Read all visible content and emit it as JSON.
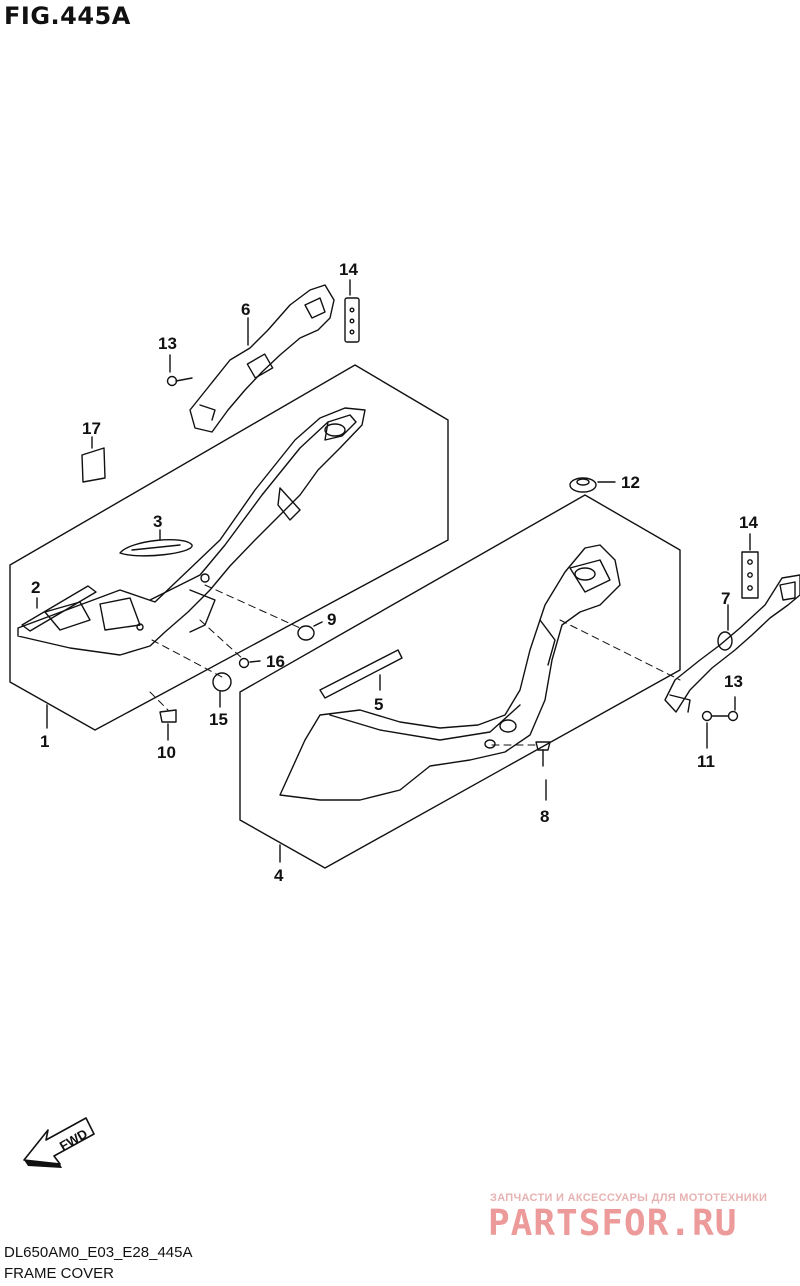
{
  "figure": {
    "title": "FIG.445A",
    "model_code": "DL650AM0_E03_E28_445A",
    "section_name": "FRAME COVER"
  },
  "callouts": [
    "1",
    "2",
    "3",
    "4",
    "5",
    "6",
    "7",
    "8",
    "9",
    "10",
    "11",
    "12",
    "13",
    "13",
    "14",
    "14",
    "15",
    "16",
    "17"
  ],
  "fwd": {
    "label": "FWD"
  },
  "watermark": {
    "tagline": "ЗАПЧАСТИ И АКСЕССУАРЫ ДЛЯ МОТОТЕХНИКИ",
    "logo": "PARTSFOR.RU"
  }
}
